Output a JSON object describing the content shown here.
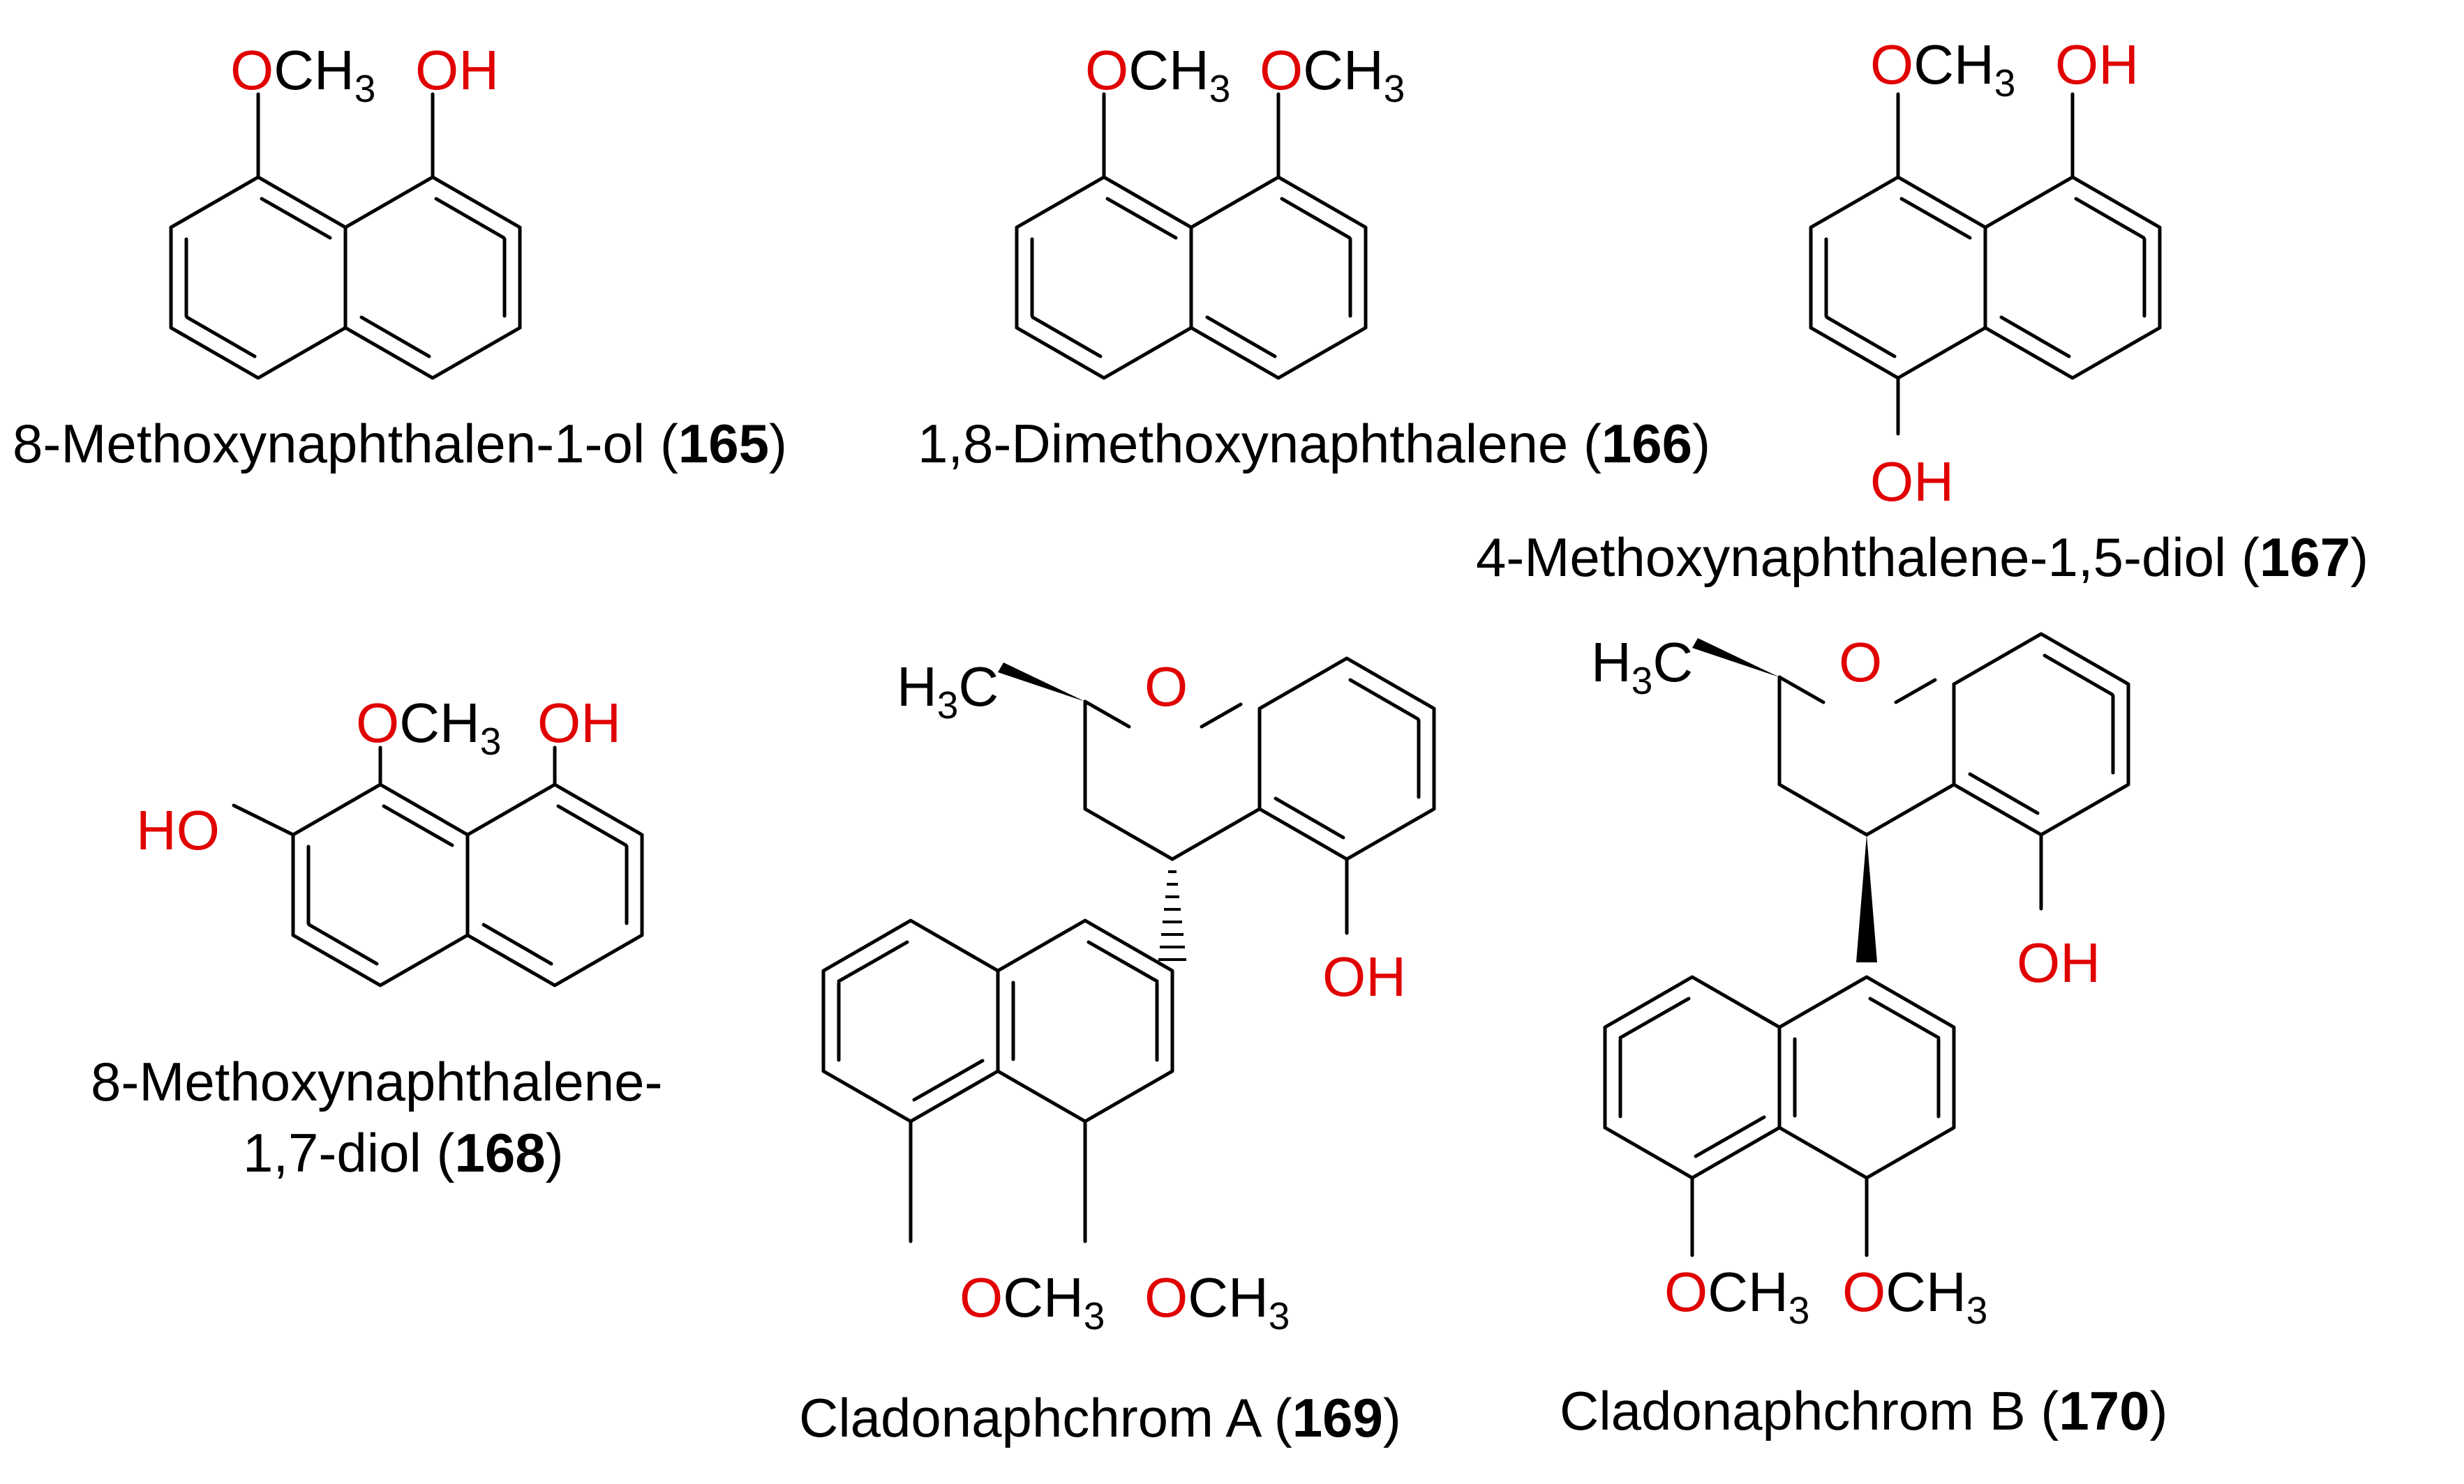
{
  "colors": {
    "heteroatom": "#e00000",
    "bond": "#000000",
    "background": "#ffffff"
  },
  "labels": {
    "O": "O",
    "CH3": "CH",
    "sub3": "3",
    "OH": "OH",
    "HO": "HO",
    "H": "H",
    "C": "C"
  },
  "compounds": [
    {
      "id": "165",
      "name": "8-Methoxynaphthalen-1-ol (",
      "number": "165",
      "close": ")"
    },
    {
      "id": "166",
      "name": "1,8-Dimethoxynaphthalene (",
      "number": "166",
      "close": ")"
    },
    {
      "id": "167",
      "name": "4-Methoxynaphthalene-1,5-diol (",
      "number": "167",
      "close": ")"
    },
    {
      "id": "168",
      "name_line1": "8-Methoxynaphthalene-",
      "name_line2": "1,7-diol (",
      "number": "168",
      "close": ")"
    },
    {
      "id": "169",
      "name": "Cladonaphchrom A (",
      "number": "169",
      "close": ")"
    },
    {
      "id": "170",
      "name": "Cladonaphchrom B (",
      "number": "170",
      "close": ")"
    }
  ]
}
